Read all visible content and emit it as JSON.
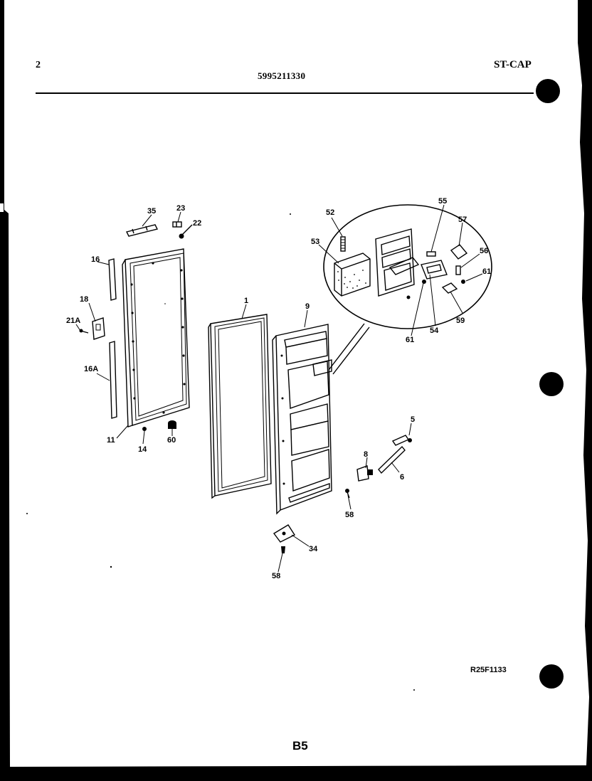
{
  "header": {
    "page_number": "2",
    "document_number": "5995211330",
    "model_code": "ST-CAP"
  },
  "diagram": {
    "callouts": {
      "c1": "1",
      "c5": "5",
      "c6": "6",
      "c8": "8",
      "c9": "9",
      "c11": "11",
      "c14": "14",
      "c16": "16",
      "c16a": "16A",
      "c18": "18",
      "c21a": "21A",
      "c22": "22",
      "c23": "23",
      "c34": "34",
      "c35": "35",
      "c52": "52",
      "c53": "53",
      "c54": "54",
      "c55": "55",
      "c56": "56",
      "c57": "57",
      "c58a": "58",
      "c58b": "58",
      "c59": "59",
      "c60": "60",
      "c61a": "61",
      "c61b": "61"
    }
  },
  "footer": {
    "reference_code": "R25F1133",
    "page_code": "B5"
  },
  "colors": {
    "paper": "#ffffff",
    "ink": "#000000",
    "background": "#000000"
  }
}
